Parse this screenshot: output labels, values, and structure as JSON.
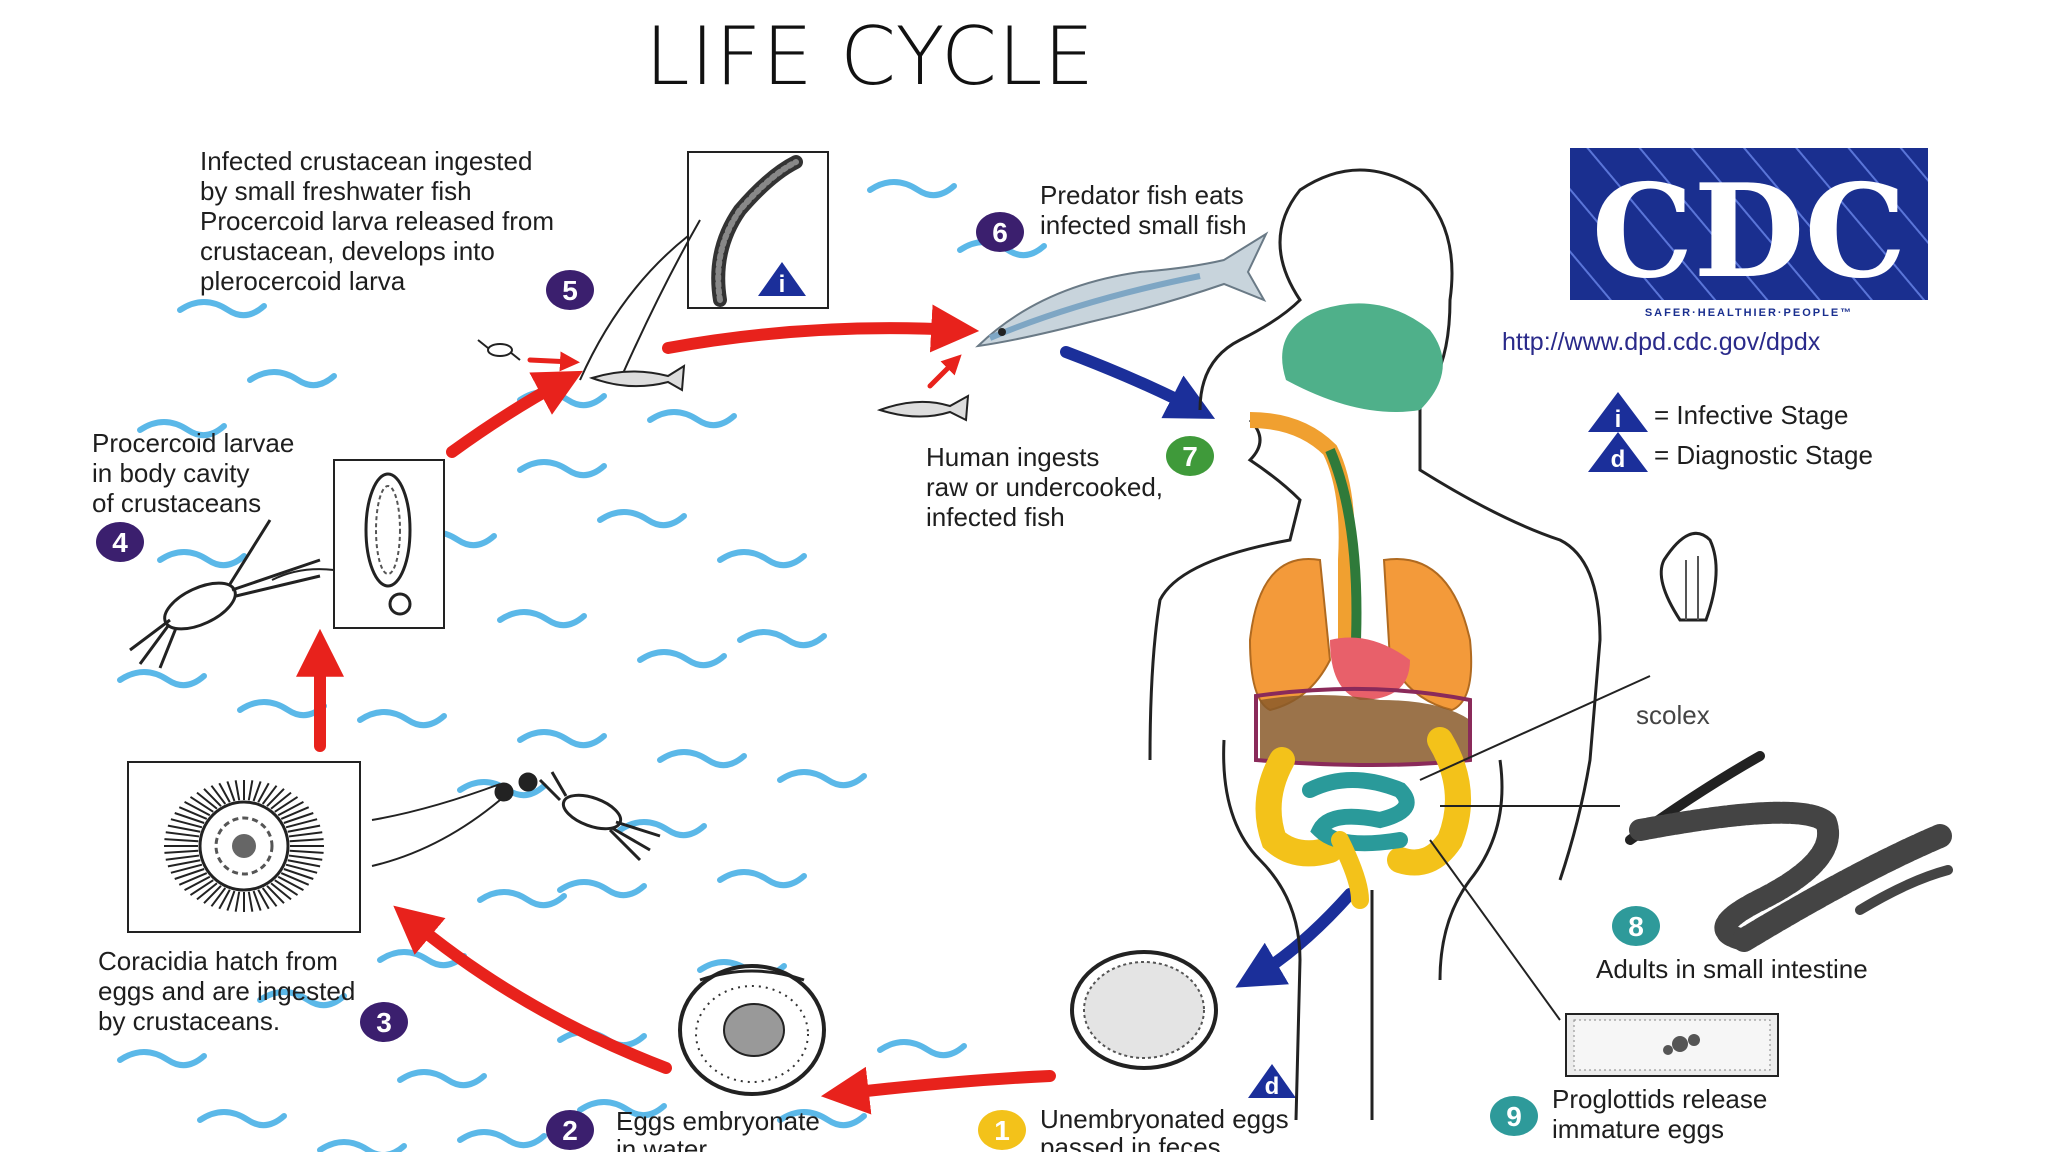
{
  "title": "LIFE CYCLE",
  "logo": {
    "letters": "CDC",
    "tagline": "SAFER·HEALTHIER·PEOPLE™",
    "url": "http://www.dpd.cdc.gov/dpdx"
  },
  "legend": {
    "infective": {
      "letter": "i",
      "label": "= Infective Stage"
    },
    "diagnostic": {
      "letter": "d",
      "label": "= Diagnostic Stage"
    }
  },
  "stages": [
    {
      "number": "1",
      "color": "#f3c21a",
      "lines": [
        "Unembryonated eggs",
        "passed in feces"
      ]
    },
    {
      "number": "2",
      "color": "#3b1f6e",
      "lines": [
        "Eggs embryonate",
        "in water"
      ]
    },
    {
      "number": "3",
      "color": "#3b1f6e",
      "lines": [
        "Coracidia hatch from",
        "eggs and are ingested",
        "by crustaceans."
      ]
    },
    {
      "number": "4",
      "color": "#3b1f6e",
      "lines": [
        "Procercoid larvae",
        "in body cavity",
        "of crustaceans"
      ]
    },
    {
      "number": "5",
      "color": "#3b1f6e",
      "lines": [
        "Infected crustacean ingested",
        "by small freshwater fish",
        "Procercoid larva released from",
        "crustacean, develops into",
        "plerocercoid larva"
      ]
    },
    {
      "number": "6",
      "color": "#3b1f6e",
      "lines": [
        "Predator fish eats",
        "infected small fish"
      ]
    },
    {
      "number": "7",
      "color": "#3f9a3a",
      "lines": [
        "Human ingests",
        "raw or undercooked,",
        "infected fish"
      ]
    },
    {
      "number": "8",
      "color": "#2e9a9a",
      "lines": [
        "Adults in small intestine"
      ]
    },
    {
      "number": "9",
      "color": "#2e9a9a",
      "lines": [
        "Proglottids release",
        "immature eggs"
      ]
    }
  ],
  "scolex_label": "scolex",
  "colors": {
    "arrow_red": "#e8221c",
    "arrow_blue": "#1b2f9a",
    "water": "#5bb8e8",
    "cdc_blue": "#1a2f8f"
  }
}
